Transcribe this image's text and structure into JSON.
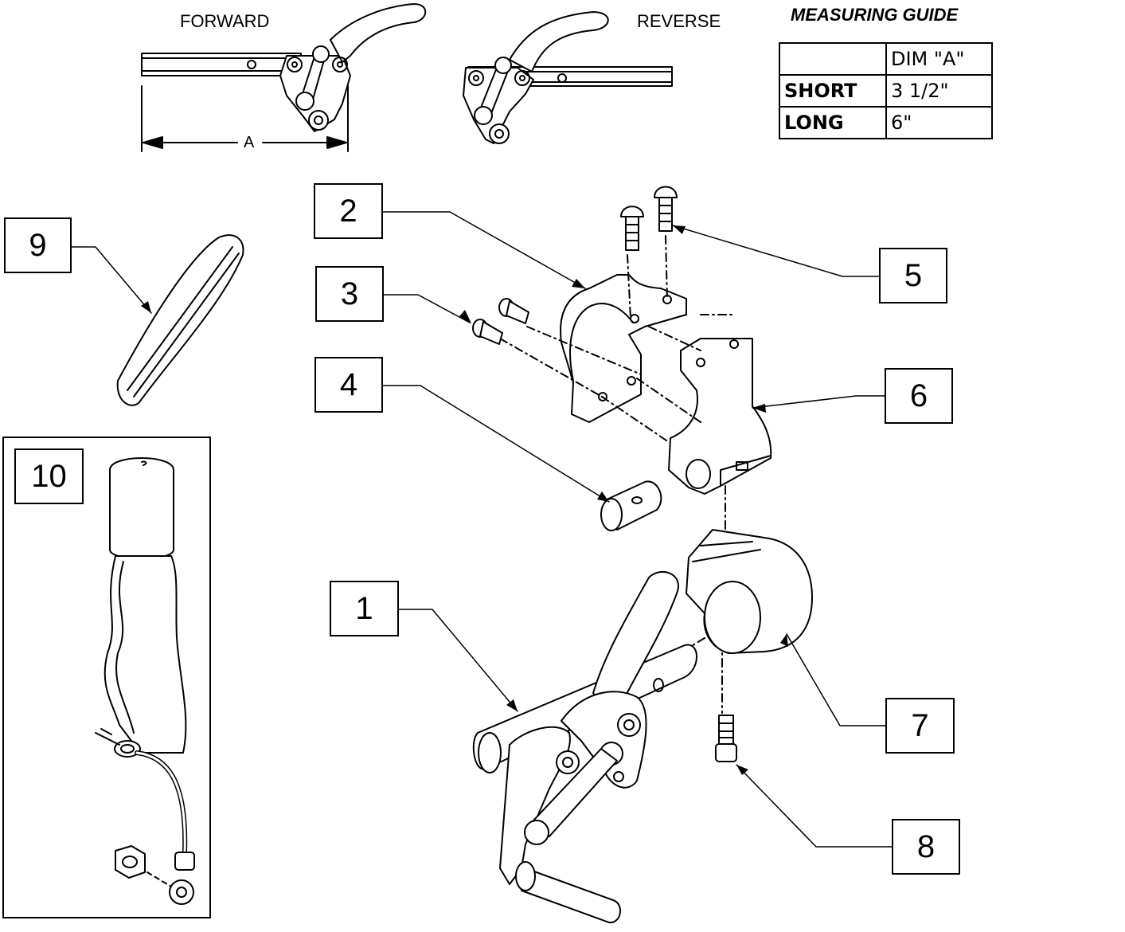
{
  "top_views": {
    "forward_label": "FORWARD",
    "reverse_label": "REVERSE",
    "dimension_label": "A"
  },
  "measuring_guide": {
    "title": "MEASURING GUIDE",
    "header": [
      "",
      "DIM \"A\""
    ],
    "rows": [
      {
        "name": "SHORT",
        "value": "3 1/2\""
      },
      {
        "name": "LONG",
        "value": "6\""
      }
    ]
  },
  "callouts": {
    "c1": "1",
    "c2": "2",
    "c3": "3",
    "c4": "4",
    "c5": "5",
    "c6": "6",
    "c7": "7",
    "c8": "8",
    "c9": "9",
    "c10": "10"
  }
}
